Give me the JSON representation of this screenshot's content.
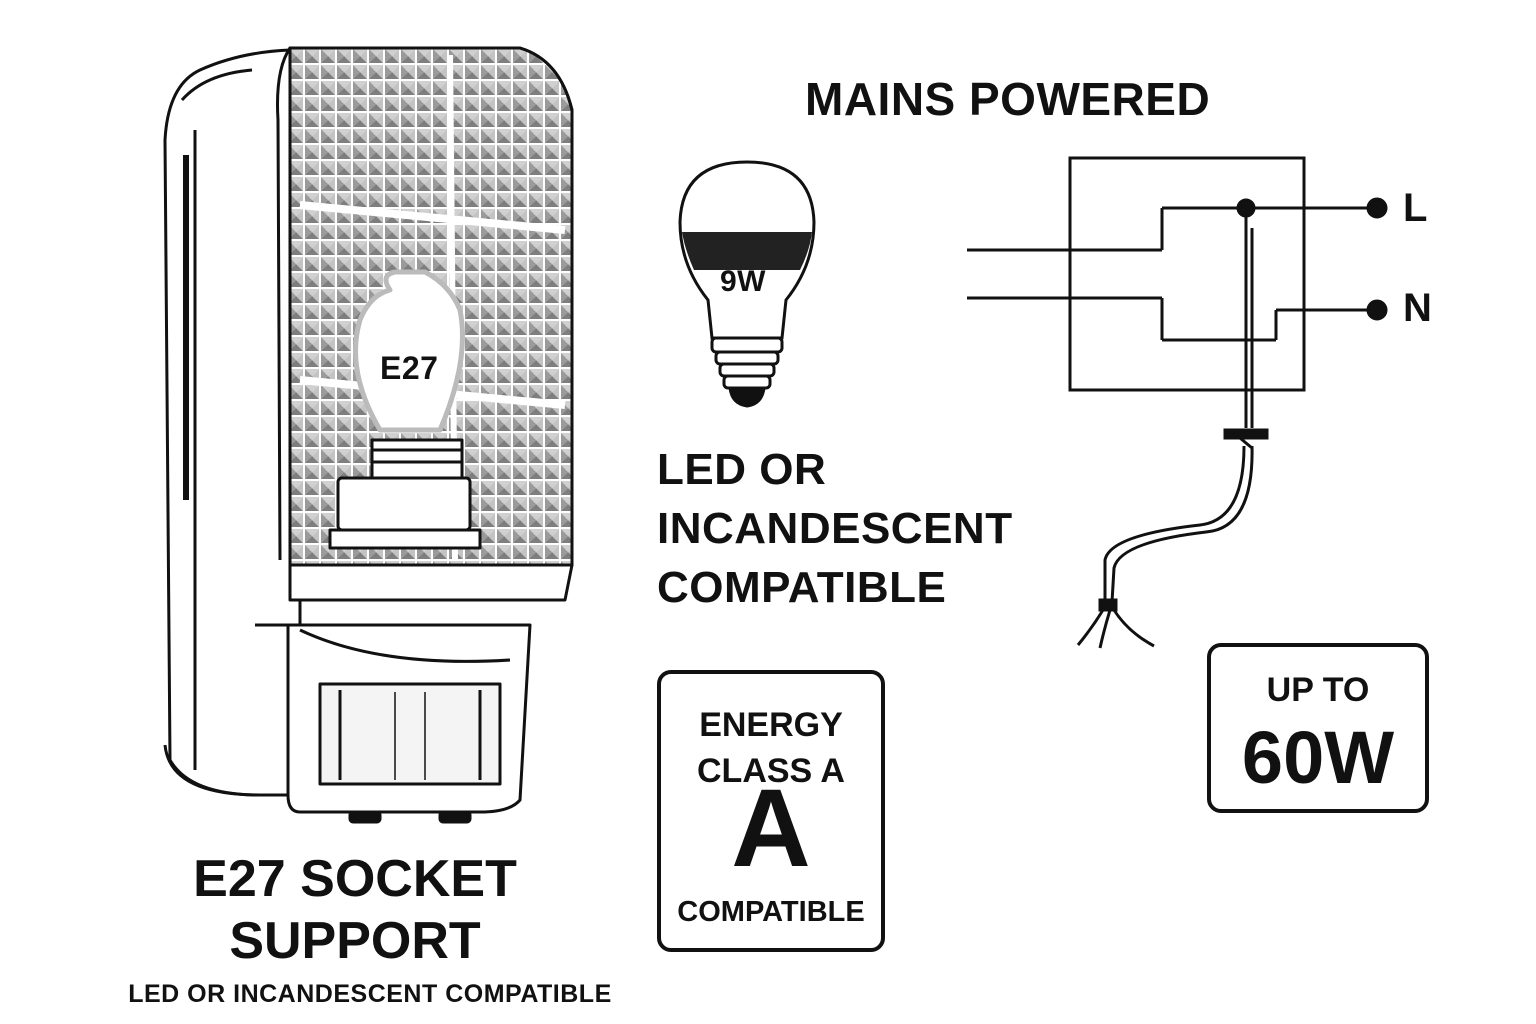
{
  "diagram": {
    "mains_title": "MAINS POWERED",
    "bulb_wattage": "9W",
    "lamp_socket_label": "E27",
    "compat_lines": [
      "LED OR",
      "INCANDESCENT",
      "COMPATIBLE"
    ],
    "socket_title_lines": [
      "E27 SOCKET",
      "SUPPORT"
    ],
    "socket_subtitle": "LED OR INCANDESCENT COMPATIBLE",
    "energy_badge": {
      "lines": [
        "ENERGY",
        "CLASS A"
      ],
      "big_letter": "A",
      "footer": "COMPATIBLE"
    },
    "wattage_badge": {
      "top": "UP TO",
      "value": "60W"
    },
    "terminals": {
      "live": "L",
      "neutral": "N"
    }
  },
  "colors": {
    "ink": "#111111",
    "background": "#ffffff",
    "diffuser_pattern": "#8a8a8a",
    "bulb_dark_band": "#222222"
  },
  "icons": [
    "outdoor-wall-light-icon",
    "led-bulb-icon",
    "wiring-diagram-icon",
    "cable-icon"
  ]
}
